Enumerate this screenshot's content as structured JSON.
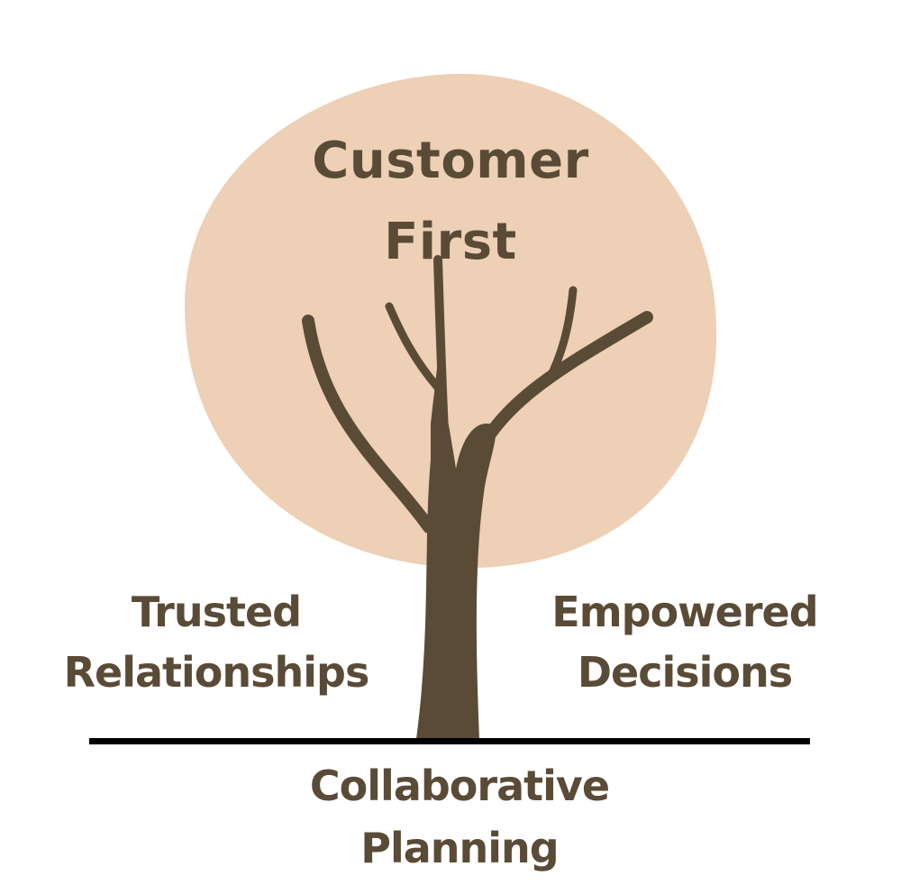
{
  "colors": {
    "canopy": "#EDD0B5",
    "trunk": "#5A4B37",
    "text": "#5A4B37",
    "ground": "#000000",
    "background": "#FFFFFF"
  },
  "labels": {
    "canopy": {
      "line1": "Customer",
      "line2": "First"
    },
    "left": {
      "line1": "Trusted",
      "line2": "Relationships"
    },
    "right": {
      "line1": "Empowered",
      "line2": "Decisions"
    },
    "bottom": {
      "line1": "Collaborative",
      "line2": "Planning"
    }
  }
}
